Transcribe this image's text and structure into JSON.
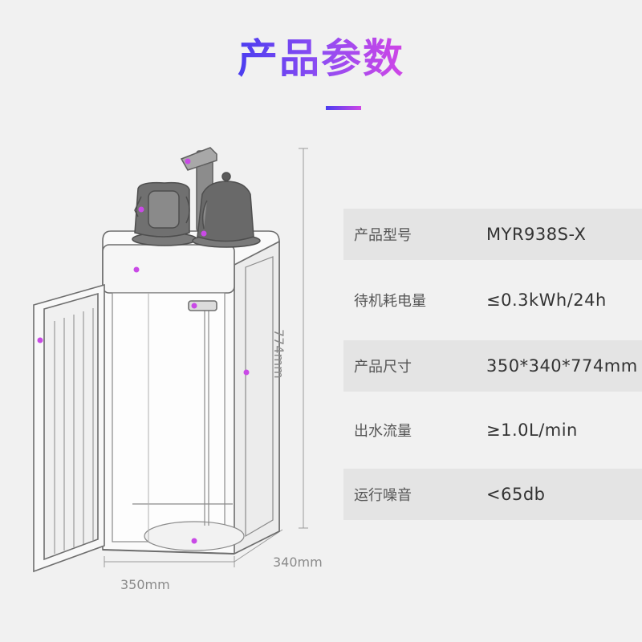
{
  "header": {
    "title": "产品参数"
  },
  "dimensions": {
    "width": "350mm",
    "depth": "340mm",
    "height": "774mm"
  },
  "specs": [
    {
      "label": "产品型号",
      "value": "MYR938S-X"
    },
    {
      "label": "待机耗电量",
      "value": "≤0.3kWh/24h"
    },
    {
      "label": "产品尺寸",
      "value": "350*340*774mm"
    },
    {
      "label": "出水流量",
      "value": "≥1.0L/min"
    },
    {
      "label": "运行噪音",
      "value": "<65db"
    }
  ],
  "colors": {
    "accent_start": "#4a3df0",
    "accent_end": "#d046e6",
    "callout_line_start": "#5a4ff0",
    "callout_line_end": "#c94ae6",
    "row_shade": "#e4e4e4",
    "background": "#f1f1f1"
  }
}
